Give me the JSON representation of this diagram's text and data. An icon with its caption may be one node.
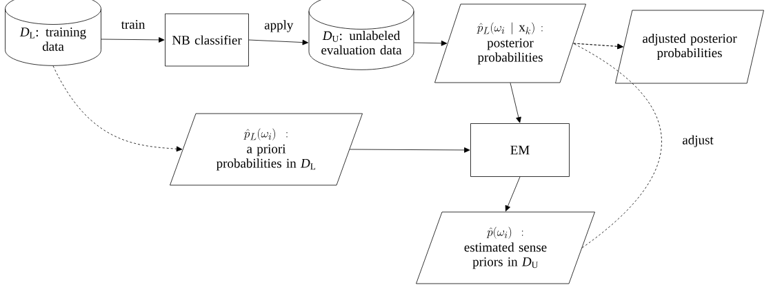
{
  "diagram": {
    "nodes": [
      {
        "text": [
          "*D*$_{L}$: training data"
        ]
      },
      {
        "text": [
          "NB classifier"
        ]
      },
      {
        "text": [
          "*D*$_{U}$: unlabeled evaluation data"
        ]
      },
      {
        "text": [
          "\\hat{p}_L(\\omega_i \\mid \\mathrm{x}_k):",
          "posterior probabilities"
        ]
      },
      {
        "text": [
          "adjusted posterior probabilities"
        ]
      },
      {
        "text": [
          "\\hat{p}_L(\\omega_i):",
          "a priori probabilities in *D*$_{L}$"
        ]
      },
      {
        "text": [
          "EM"
        ]
      },
      {
        "text": [
          "\\hat{p}(\\omega_i):",
          "estimated sense priors in *D*$_{U}$"
        ]
      }
    ],
    "edges": [
      {
        "from": 0,
        "to": 1,
        "arrow": "to",
        "label": "train"
      },
      {
        "from": 1,
        "to": 2,
        "arrow": "to",
        "label": "apply"
      },
      {
        "from": 2,
        "to": 3,
        "arrow": "to"
      },
      {
        "from": 3,
        "to": 4,
        "arrow": "to",
        "style": "dashed"
      },
      {
        "from": 0,
        "to": 5,
        "arrow": "to",
        "style": "dashed"
      },
      {
        "from": 3,
        "to": 6,
        "arrow": "to"
      },
      {
        "from": 5,
        "to": 6,
        "arrow": "to"
      },
      {
        "from": 6,
        "to": 7,
        "arrow": "to"
      },
      {
        "from": 7,
        "to": 4,
        "arrow": "to",
        "style": "dashed",
        "label": "adjust"
      }
    ]
  }
}
